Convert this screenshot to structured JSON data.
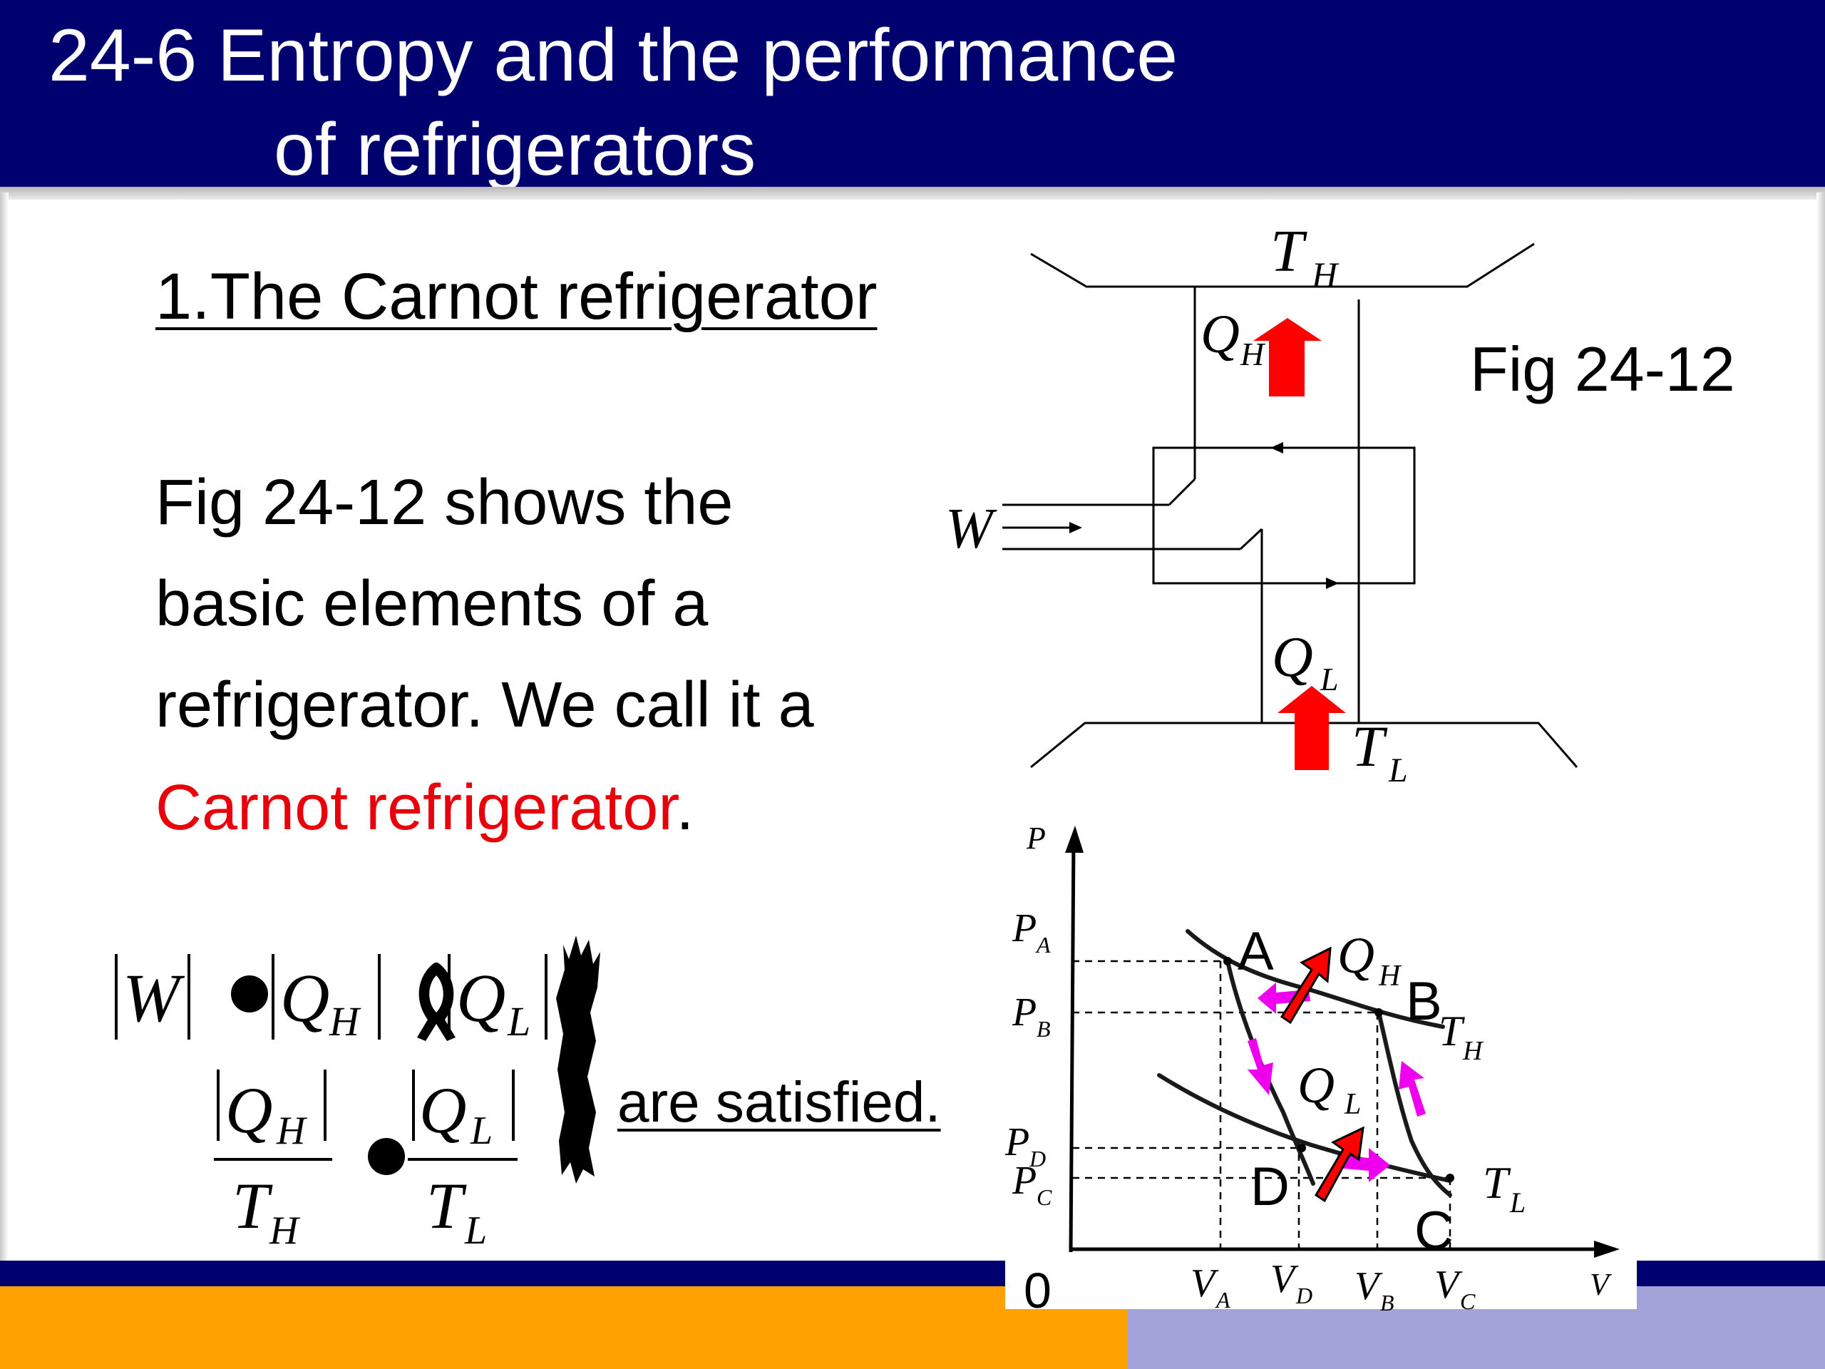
{
  "header": {
    "title_line1": "24-6 Entropy and the performance",
    "title_line2": "of refrigerators"
  },
  "content": {
    "subheading": "1.The Carnot refrigerator",
    "para_lines": [
      "Fig 24-12 shows the",
      "basic elements of a",
      "refrigerator. We call it a"
    ],
    "para_red": "Carnot refrigerator",
    "para_end": ".",
    "fig_label": "Fig 24-12",
    "satisfied": "are satisfied."
  },
  "equation": {
    "W": "W",
    "Q": "Q",
    "T": "T",
    "sub_H": "H",
    "sub_L": "L"
  },
  "diagram": {
    "T": "T",
    "Q": "Q",
    "W": "W",
    "sub_H": "H",
    "sub_L": "L"
  },
  "pv": {
    "axis_y": "P",
    "axis_x": "V",
    "origin": "0",
    "P": "P",
    "V": "V",
    "pressure_subs": [
      "A",
      "B",
      "D",
      "C"
    ],
    "volume_subs": [
      "A",
      "D",
      "B",
      "C"
    ],
    "points": [
      "A",
      "B",
      "C",
      "D"
    ],
    "Q": "Q",
    "T": "T",
    "sub_H": "H",
    "sub_L": "L"
  },
  "colors": {
    "header_bg": "#00006e",
    "accent_red": "#e8000b",
    "arrow_red": "#ff0000",
    "arrow_magenta": "#ee00ee",
    "footer_orange": "#ffa100",
    "footer_lavender": "#a3a3d9"
  }
}
